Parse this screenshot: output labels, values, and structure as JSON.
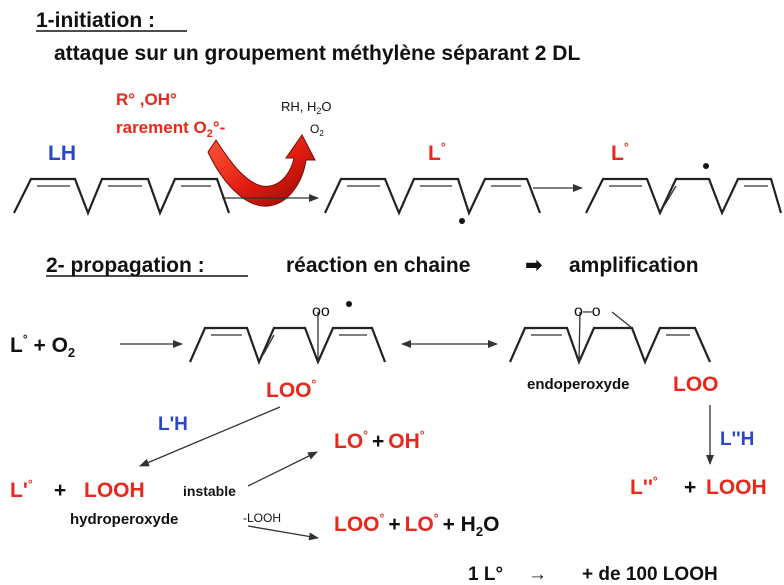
{
  "section1": {
    "title": "1-initiation :",
    "subtitle": "attaque sur un groupement méthylène séparant 2 DL",
    "initiators_line1": "R° ,OH°",
    "initiators_line2_main": "rarement O",
    "initiators_line2_sub": "2",
    "initiators_line2_end": "°-",
    "products_line1": "RH, H",
    "products_line1_sub": "2",
    "products_line1_end": "O",
    "products_line2": "O",
    "products_line2_sub": "2",
    "lh_label": "LH",
    "radical_label_1": "L",
    "radical_label_2": "L",
    "radical_sup": "°"
  },
  "section2": {
    "title": "2- propagation :",
    "subtitle": "réaction en chaine",
    "subtitle_arrow": "➡",
    "subtitle_end": "amplification",
    "reactant_main": "L",
    "reactant_sup": "°",
    "reactant_plus": " + O",
    "reactant_sub": "2",
    "peroxy_group": "oo",
    "endo_group": "o–o",
    "loo_label": "LOO",
    "loo_sup": "°",
    "endo_word": "endoperoxyde",
    "endo_loo": "LOO",
    "l_prime_h": "L'H",
    "l_dprime_h": "L''H",
    "l_prime_radical": "L'",
    "l_prime_sup": "°",
    "plus": "+",
    "looh": "LOOH",
    "instable": "instable",
    "hydroperoxyde": "hydroperoxyde",
    "minus_looh": "-LOOH",
    "lo_label": "LO",
    "oh_label": "OH",
    "product_loo": "LOO",
    "product_lo": "LO",
    "product_h2o_main": "+ H",
    "product_h2o_sub": "2",
    "product_h2o_end": "O",
    "l_dprime_radical": "L''",
    "summary_left": "1 L°",
    "summary_arrow": "→",
    "summary_right": "+ de 100 LOOH"
  },
  "colors": {
    "red": "#e8281c",
    "blue": "#2b46c8",
    "black": "#111111"
  }
}
